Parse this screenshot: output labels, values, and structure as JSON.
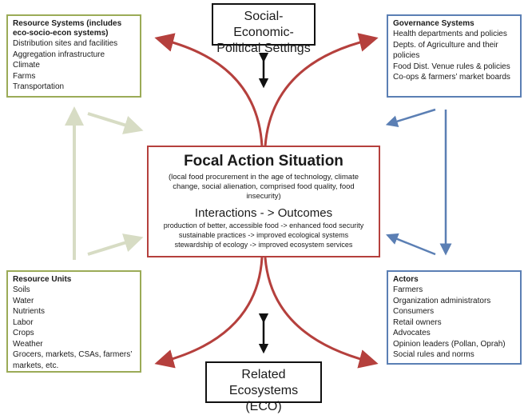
{
  "top_box": {
    "title": "Social-Economic-Political Settings"
  },
  "bottom_box": {
    "title": "Related Ecosystems (ECO)"
  },
  "resource_systems": {
    "title": "Resource Systems (includes eco-socio-econ systems)",
    "items": [
      "Distribution sites and facilities",
      "Aggregation infrastructure",
      "Climate",
      "Farms",
      "Transportation"
    ]
  },
  "governance_systems": {
    "title": "Governance Systems",
    "items": [
      "Health departments and policies",
      "Depts. of Agriculture and their policies",
      "Food Dist. Venue rules & policies",
      "Co-ops & farmers’ market boards"
    ]
  },
  "resource_units": {
    "title": "Resource Units",
    "items": [
      "Soils",
      "Water",
      "Nutrients",
      "Labor",
      "Crops",
      "Weather",
      "Grocers, markets, CSAs, farmers’ markets, etc."
    ]
  },
  "actors": {
    "title": "Actors",
    "items": [
      "Farmers",
      "Organization administrators",
      "Consumers",
      "Retail owners",
      "Advocates",
      "Opinion leaders (Pollan, Oprah)",
      "Social rules and norms"
    ]
  },
  "focal": {
    "title": "Focal Action Situation",
    "subtitle": "(local food procurement  in the age of technology, climate change, social alienation, comprised food quality, food insecurity)",
    "interactions": "Interactions  - > Outcomes",
    "outcomes": [
      "production of better, accessible food -> enhanced food security",
      "sustainable practices -> improved ecological systems",
      "stewardship of ecology -> improved ecosystem services"
    ]
  },
  "colors": {
    "green": "#9bab57",
    "green_arrow": "#d7dcc4",
    "blue": "#5b7fb4",
    "red": "#b5403d"
  }
}
